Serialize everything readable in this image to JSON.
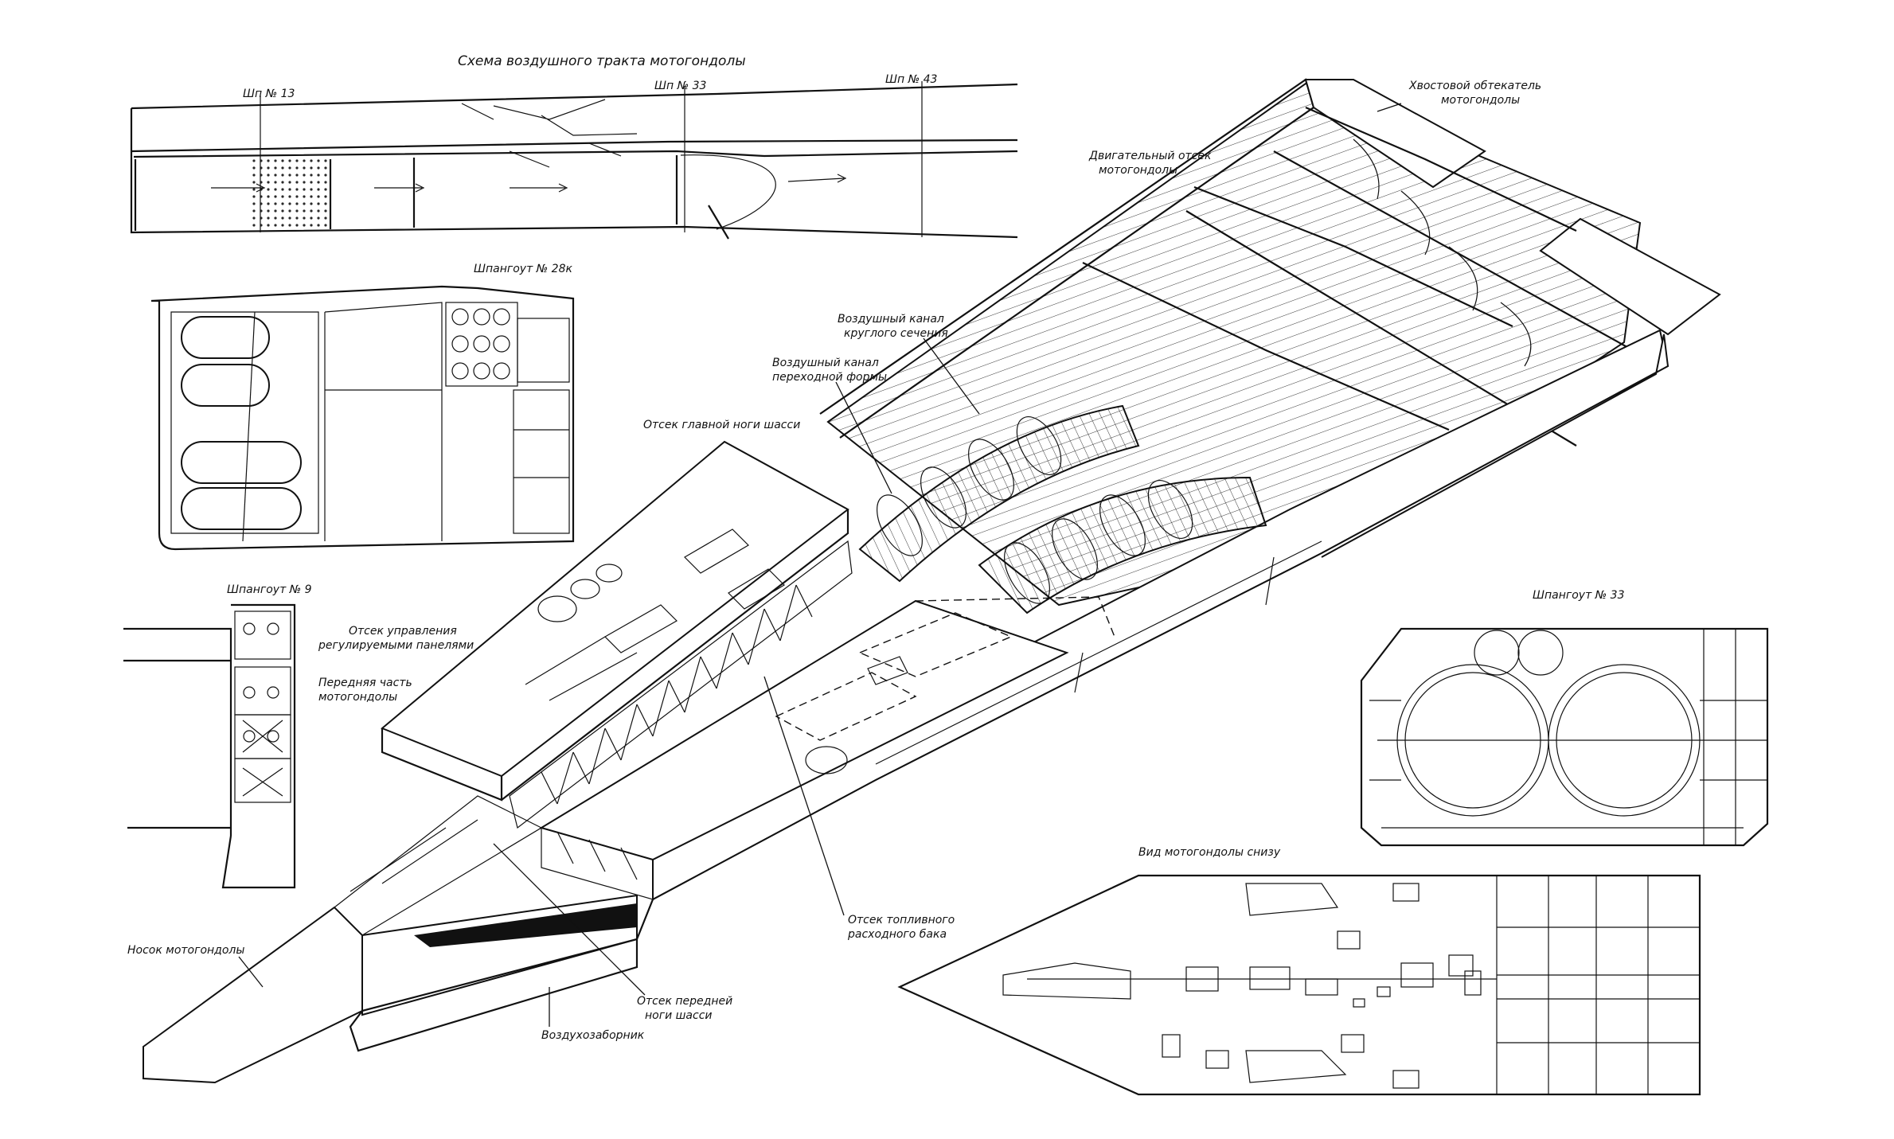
{
  "labels": {
    "air_duct_scheme": "Схема воздушного тракта мотогондолы",
    "frame_13": "Шп № 13",
    "frame_33": "Шп № 33",
    "frame_43": "Шп № 43",
    "frame_28k": "Шпангоут № 28к",
    "frame_9": "Шпангоут № 9",
    "frame_33_section": "Шпангоут № 33",
    "tail_fairing": "Хвостовой обтекатель мотогондолы",
    "engine_bay": "Двигательный отсек мотогондолы",
    "round_duct": "Воздушный канал круглого сечения",
    "transition_duct": "Воздушный канал переходной формы",
    "main_gear_bay": "Отсек главной ноги шасси",
    "control_bay": "Отсек управления регулируемыми панелями",
    "front_part": "Передняя часть мотогондолы",
    "nacelle_nose": "Носок мотогондолы",
    "air_intake": "Воздухозаборник",
    "nose_gear_bay": "Отсек передней ноги шасси",
    "fuel_tank_bay": "Отсек топливного расходного бака",
    "bottom_view": "Вид мотогондолы снизу"
  }
}
